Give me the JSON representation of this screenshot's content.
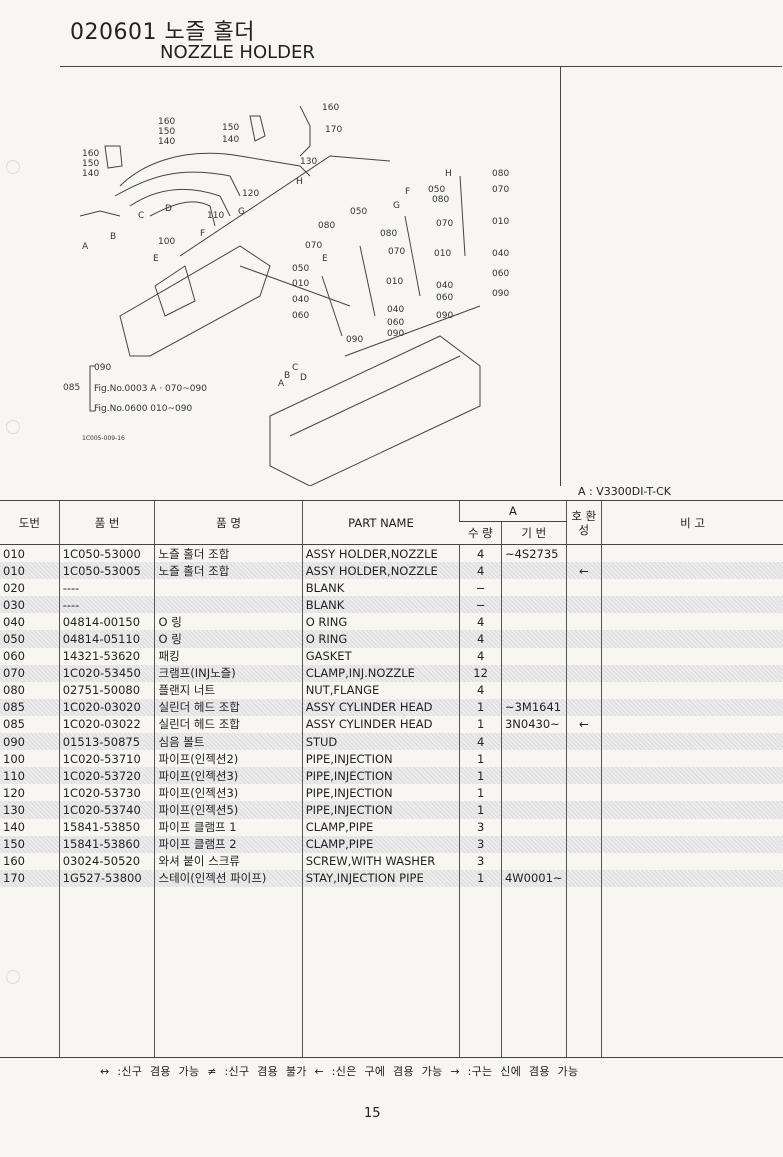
{
  "header": {
    "code_title": "020601 노즐 홀더",
    "english_title": "NOZZLE HOLDER"
  },
  "diagram": {
    "labels": [
      "160",
      "150",
      "140",
      "160",
      "150",
      "140",
      "150",
      "140",
      "160",
      "170",
      "130",
      "120",
      "110",
      "100",
      "080",
      "070",
      "050",
      "010",
      "040",
      "060",
      "090",
      "080",
      "050",
      "070",
      "010",
      "040",
      "060",
      "090",
      "080",
      "050",
      "070",
      "010",
      "040",
      "060",
      "090",
      "A",
      "B",
      "C",
      "D",
      "E",
      "F",
      "G",
      "H",
      "H",
      "G",
      "F",
      "E",
      "A",
      "B",
      "C",
      "D"
    ],
    "note_090": "090",
    "note_085": "085",
    "note_line1": "Fig.No.0003  A · 070~090",
    "note_line2": "Fig.No.0600  010~090",
    "drawing_no": "1C005-009-16"
  },
  "model_label": "A : V3300DI-T-CK",
  "table": {
    "headers": {
      "no": "도번",
      "part_no": "품 번",
      "name_kr": "품 명",
      "part_name": "PART NAME",
      "group_a": "A",
      "qty": "수 량",
      "serial": "기 번",
      "interchange": "호 환 성",
      "remarks": "비 고"
    },
    "rows": [
      {
        "no": "010",
        "part": "1C050-53000",
        "kr": "노즐 홀더 조합",
        "en": "ASSY HOLDER,NOZZLE",
        "qty": "4",
        "serial": "~4S2735",
        "ic": "",
        "shade": false
      },
      {
        "no": "010",
        "part": "1C050-53005",
        "kr": "노즐 홀더 조합",
        "en": "ASSY HOLDER,NOZZLE",
        "qty": "4",
        "serial": "",
        "ic": "←",
        "shade": true
      },
      {
        "no": "020",
        "part": "----",
        "kr": "",
        "en": "BLANK",
        "qty": "−",
        "serial": "",
        "ic": "",
        "shade": false
      },
      {
        "no": "030",
        "part": "----",
        "kr": "",
        "en": "BLANK",
        "qty": "−",
        "serial": "",
        "ic": "",
        "shade": true
      },
      {
        "no": "040",
        "part": "04814-00150",
        "kr": "O 링",
        "en": "O RING",
        "qty": "4",
        "serial": "",
        "ic": "",
        "shade": false
      },
      {
        "no": "050",
        "part": "04814-05110",
        "kr": "O 링",
        "en": "O RING",
        "qty": "4",
        "serial": "",
        "ic": "",
        "shade": true
      },
      {
        "no": "060",
        "part": "14321-53620",
        "kr": "패킹",
        "en": "GASKET",
        "qty": "4",
        "serial": "",
        "ic": "",
        "shade": false
      },
      {
        "no": "070",
        "part": "1C020-53450",
        "kr": "크램프(INJ노즐)",
        "en": "CLAMP,INJ.NOZZLE",
        "qty": "12",
        "serial": "",
        "ic": "",
        "shade": true
      },
      {
        "no": "080",
        "part": "02751-50080",
        "kr": "플랜지 너트",
        "en": "NUT,FLANGE",
        "qty": "4",
        "serial": "",
        "ic": "",
        "shade": false
      },
      {
        "no": "085",
        "part": "1C020-03020",
        "kr": "실린더 헤드 조합",
        "en": "ASSY CYLINDER HEAD",
        "qty": "1",
        "serial": "~3M1641",
        "ic": "",
        "shade": true
      },
      {
        "no": "085",
        "part": "1C020-03022",
        "kr": "실린더 헤드 조합",
        "en": "ASSY CYLINDER HEAD",
        "qty": "1",
        "serial": "3N0430~",
        "ic": "←",
        "shade": false
      },
      {
        "no": "090",
        "part": "01513-50875",
        "kr": "심음 볼트",
        "en": "STUD",
        "qty": "4",
        "serial": "",
        "ic": "",
        "shade": true
      },
      {
        "no": "100",
        "part": "1C020-53710",
        "kr": "파이프(인젝션2)",
        "en": "PIPE,INJECTION",
        "qty": "1",
        "serial": "",
        "ic": "",
        "shade": false
      },
      {
        "no": "110",
        "part": "1C020-53720",
        "kr": "파이프(인젝션3)",
        "en": "PIPE,INJECTION",
        "qty": "1",
        "serial": "",
        "ic": "",
        "shade": true
      },
      {
        "no": "120",
        "part": "1C020-53730",
        "kr": "파이프(인젝션3)",
        "en": "PIPE,INJECTION",
        "qty": "1",
        "serial": "",
        "ic": "",
        "shade": false
      },
      {
        "no": "130",
        "part": "1C020-53740",
        "kr": "파이프(인젝션5)",
        "en": "PIPE,INJECTION",
        "qty": "1",
        "serial": "",
        "ic": "",
        "shade": true
      },
      {
        "no": "140",
        "part": "15841-53850",
        "kr": "파이프 클램프 1",
        "en": "CLAMP,PIPE",
        "qty": "3",
        "serial": "",
        "ic": "",
        "shade": false
      },
      {
        "no": "150",
        "part": "15841-53860",
        "kr": "파이프 클램프 2",
        "en": "CLAMP,PIPE",
        "qty": "3",
        "serial": "",
        "ic": "",
        "shade": true
      },
      {
        "no": "160",
        "part": "03024-50520",
        "kr": "와셔 붙이 스크류",
        "en": "SCREW,WITH WASHER",
        "qty": "3",
        "serial": "",
        "ic": "",
        "shade": false
      },
      {
        "no": "170",
        "part": "1G527-53800",
        "kr": "스테이(인젝션 파이프)",
        "en": "STAY,INJECTION PIPE",
        "qty": "1",
        "serial": "4W0001~",
        "ic": "",
        "shade": true
      }
    ]
  },
  "legend": "↔ :신구 겸용 가능    ≠ :신구 겸용 불가    ← :신은 구에 겸용 가능    → :구는 신에 겸용 가능",
  "page_number": "15"
}
